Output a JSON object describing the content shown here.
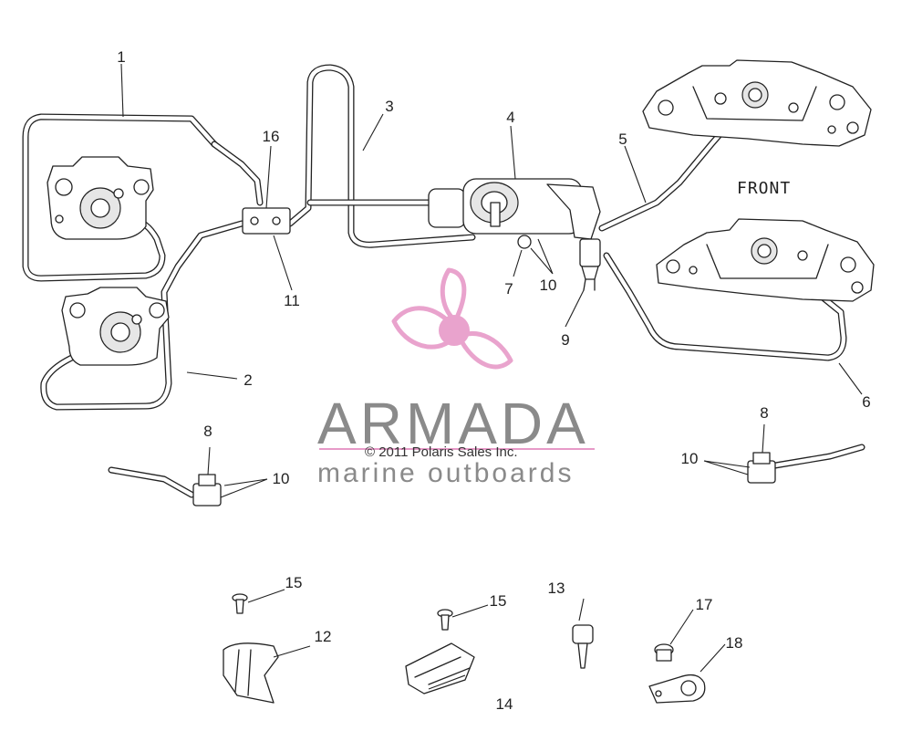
{
  "diagram": {
    "front_label": "FRONT",
    "callouts": {
      "c1": "1",
      "c2": "2",
      "c3": "3",
      "c4": "4",
      "c5": "5",
      "c6": "6",
      "c7": "7",
      "c8a": "8",
      "c8b": "8",
      "c9": "9",
      "c10a": "10",
      "c10b": "10",
      "c10c": "10",
      "c11": "11",
      "c12": "12",
      "c13": "13",
      "c14": "14",
      "c15a": "15",
      "c15b": "15",
      "c16": "16",
      "c17": "17",
      "c18": "18"
    }
  },
  "watermark": {
    "brand": "ARMADA",
    "copyright": "© 2011 Polaris Sales Inc.",
    "tagline": "marine outboards",
    "logo_color": "#e79ac8",
    "text_color": "#8a8a8a"
  }
}
